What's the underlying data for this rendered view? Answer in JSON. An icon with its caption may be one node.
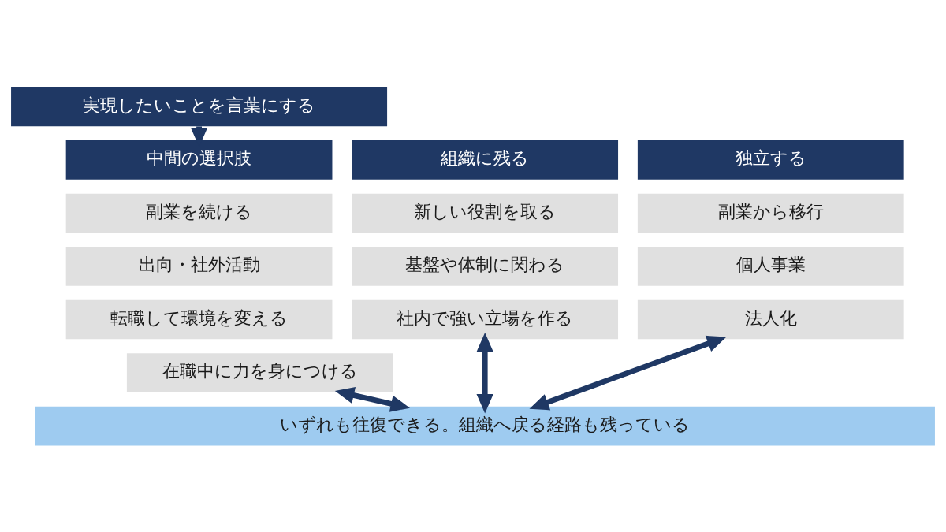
{
  "diagram": {
    "nodes": [
      {
        "text": [
          "実現したいことを言葉にする"
        ]
      },
      {
        "text": [
          "組織に残る"
        ]
      },
      {
        "text": [
          "新しい役割を取る"
        ]
      },
      {
        "text": [
          "基盤や体制に関わる"
        ]
      },
      {
        "text": [
          "社内で強い立場を作る"
        ]
      },
      {
        "text": [
          "中間の選択肢"
        ]
      },
      {
        "text": [
          "副業を続ける"
        ]
      },
      {
        "text": [
          "出向・社外活動"
        ]
      },
      {
        "text": [
          "転職して環境を変える"
        ]
      },
      {
        "text": [
          "在職中に力を身につける"
        ]
      },
      {
        "text": [
          "独立する"
        ]
      },
      {
        "text": [
          "副業から移行"
        ]
      },
      {
        "text": [
          "個人事業"
        ]
      },
      {
        "text": [
          "法人化"
        ]
      },
      {
        "text": [
          "いずれも往復できる。組織へ戻る経路も残っている"
        ]
      }
    ],
    "edges": [
      {
        "from": 0,
        "to": 5,
        "arrow": "to"
      },
      {
        "from": 4,
        "to": 14,
        "arrow": "both"
      },
      {
        "from": 9,
        "to": 14,
        "arrow": "both"
      },
      {
        "from": 13,
        "to": 14,
        "arrow": "both"
      }
    ]
  }
}
